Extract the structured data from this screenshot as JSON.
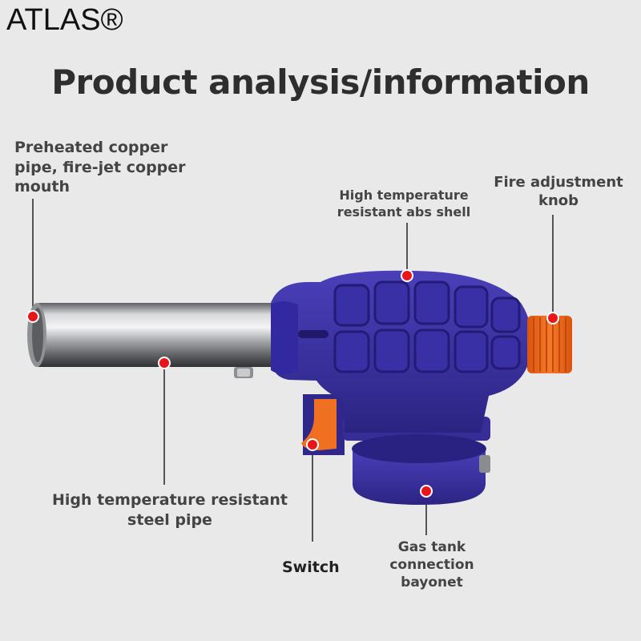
{
  "brand": {
    "name": "ATLAS®"
  },
  "title": "Product analysis/information",
  "labels": {
    "copper_pipe": [
      "Preheated copper",
      "pipe, fire-jet copper",
      "mouth"
    ],
    "abs_shell": [
      "High temperature",
      "resistant abs shell"
    ],
    "fire_knob": [
      "Fire adjustment",
      "knob"
    ],
    "steel_pipe": [
      "High temperature resistant",
      "steel pipe"
    ],
    "switch": "Switch",
    "bayonet": [
      "Gas tank",
      "connection",
      "bayonet"
    ]
  },
  "colors": {
    "background": "#e9e9ea",
    "shell_blue": "#3f34a6",
    "accent_orange": "#f26a1c",
    "marker_red": "#e8161b",
    "pipe_steel": "#a9abae"
  }
}
